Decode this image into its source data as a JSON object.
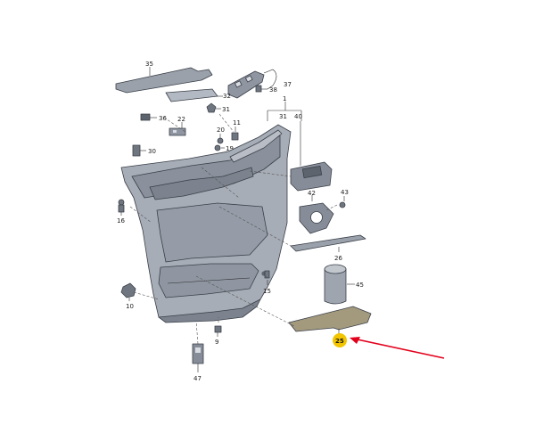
{
  "labels": {
    "p35": "35",
    "p37": "37",
    "p38": "38",
    "p32": "32",
    "p36": "36",
    "p22": "22",
    "p31a": "31",
    "p1": "1",
    "p31b": "31",
    "p40": "40",
    "p11": "11",
    "p20": "20",
    "p19": "19",
    "p30": "30",
    "p42": "42",
    "p43": "43",
    "p16": "16",
    "p26": "26",
    "p15": "15",
    "p45": "45",
    "p10": "10",
    "p25": "25",
    "p9": "9",
    "p47": "47"
  },
  "colors": {
    "highlight": "#f2c500",
    "arrow": "#e3001b",
    "panel_fill": "#a7adb6",
    "panel_dark": "#7c838e",
    "part_fill": "#8f96a1"
  },
  "icons": {
    "pointer": "red-arrow-icon"
  }
}
